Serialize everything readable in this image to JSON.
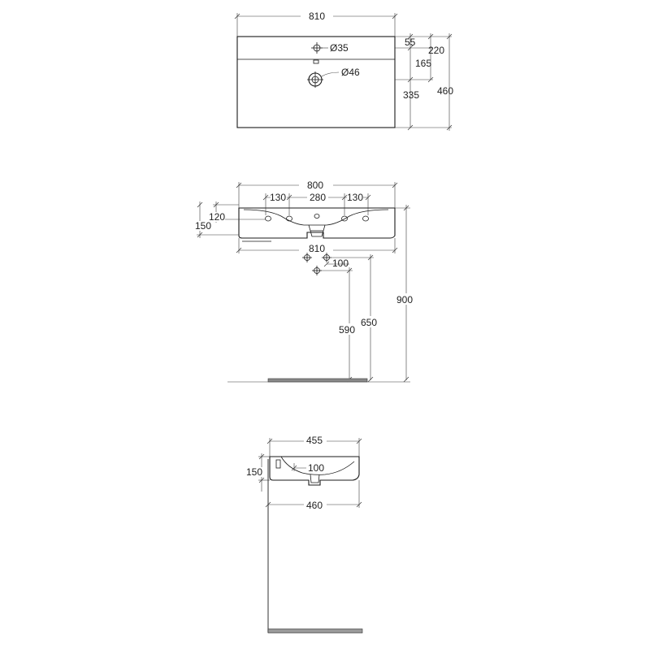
{
  "top_view": {
    "width": "810",
    "depth": "460",
    "tap_hole": "Ø35",
    "drain": "Ø46",
    "dim_55": "55",
    "dim_220": "220",
    "dim_165": "165",
    "dim_335": "335"
  },
  "front_view": {
    "width_top": "800",
    "spacing_left": "130",
    "spacing_mid": "280",
    "spacing_right": "130",
    "dim_120": "120",
    "dim_150": "150",
    "width_bottom": "810",
    "dim_100": "100",
    "height_590": "590",
    "height_650": "650",
    "height_900": "900"
  },
  "side_view": {
    "depth_top": "455",
    "dim_150": "150",
    "dim_100": "100",
    "depth_bottom": "460"
  },
  "colors": {
    "line": "#1a1a1a",
    "dimension": "#3a3a3a",
    "floor": "#8a8a8a"
  }
}
